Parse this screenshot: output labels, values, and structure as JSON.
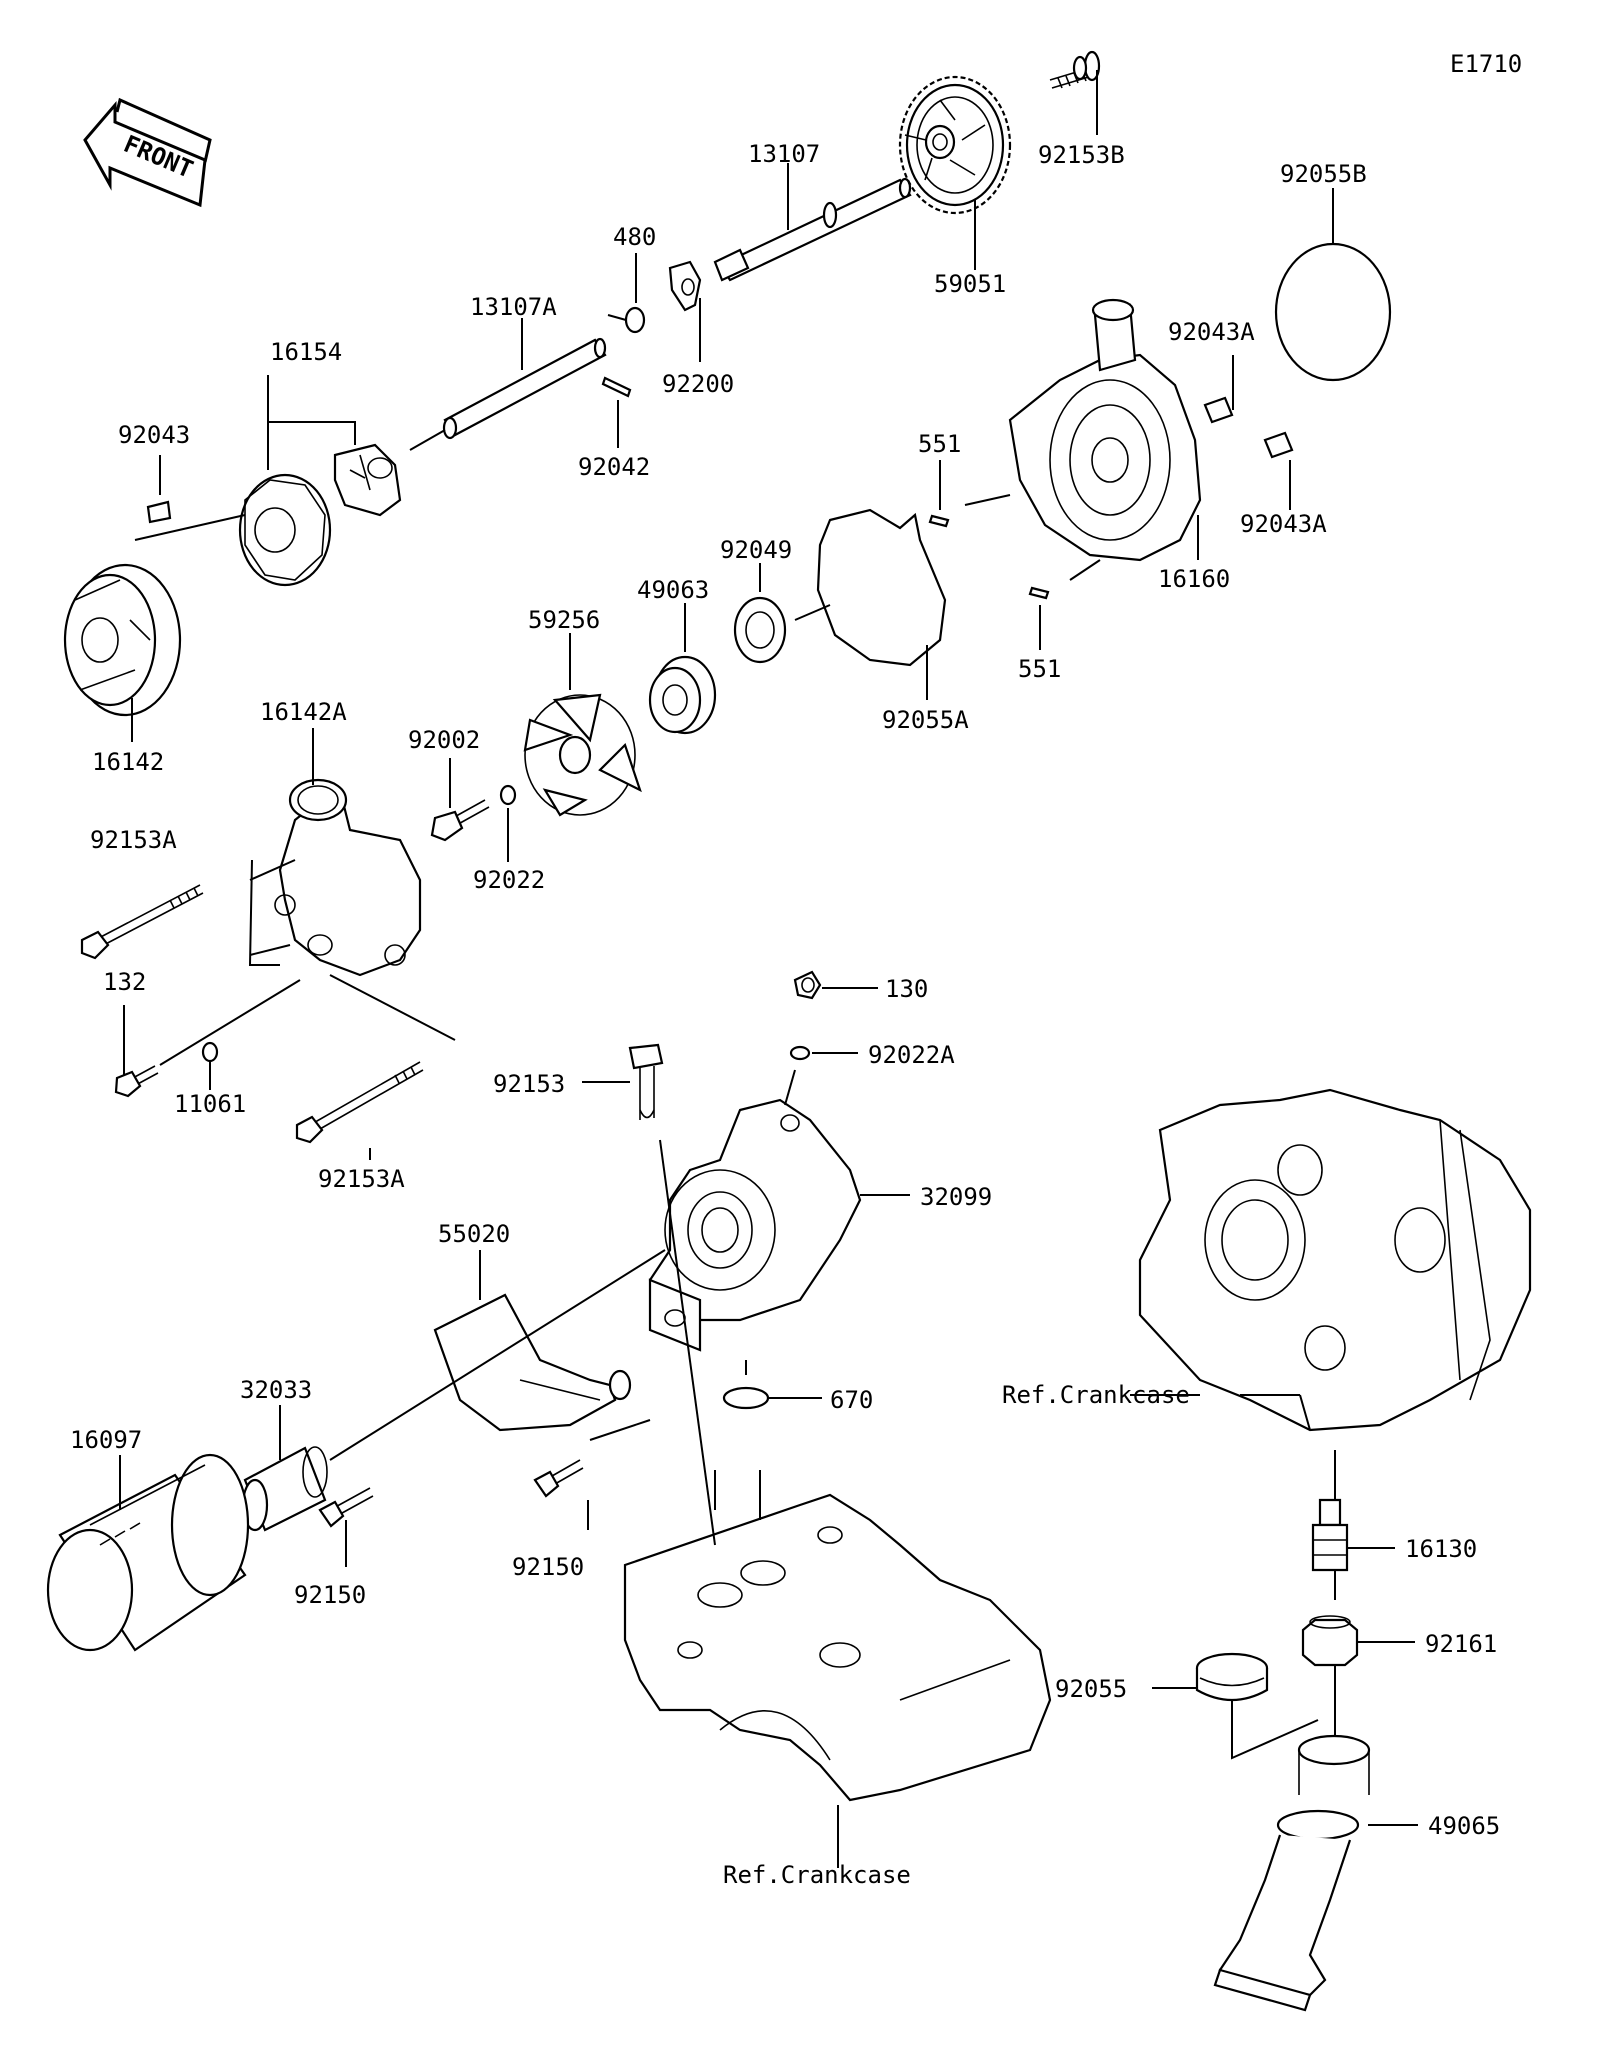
{
  "diagram": {
    "code": "E1710",
    "front_label": "FRONT",
    "labels": [
      {
        "id": "p92153B",
        "text": "92153B"
      },
      {
        "id": "p13107",
        "text": "13107"
      },
      {
        "id": "p480",
        "text": "480"
      },
      {
        "id": "p92055B",
        "text": "92055B"
      },
      {
        "id": "p13107A",
        "text": "13107A"
      },
      {
        "id": "p59051",
        "text": "59051"
      },
      {
        "id": "p16154",
        "text": "16154"
      },
      {
        "id": "p92200",
        "text": "92200"
      },
      {
        "id": "p92043A_1",
        "text": "92043A"
      },
      {
        "id": "p92043",
        "text": "92043"
      },
      {
        "id": "p92042",
        "text": "92042"
      },
      {
        "id": "p551_1",
        "text": "551"
      },
      {
        "id": "p92043A_2",
        "text": "92043A"
      },
      {
        "id": "p92049",
        "text": "92049"
      },
      {
        "id": "p16160",
        "text": "16160"
      },
      {
        "id": "p49063",
        "text": "49063"
      },
      {
        "id": "p59256",
        "text": "59256"
      },
      {
        "id": "p551_2",
        "text": "551"
      },
      {
        "id": "p92055A",
        "text": "92055A"
      },
      {
        "id": "p16142",
        "text": "16142"
      },
      {
        "id": "p16142A",
        "text": "16142A"
      },
      {
        "id": "p92002",
        "text": "92002"
      },
      {
        "id": "p92153A_1",
        "text": "92153A"
      },
      {
        "id": "p92022",
        "text": "92022"
      },
      {
        "id": "p132",
        "text": "132"
      },
      {
        "id": "p130",
        "text": "130"
      },
      {
        "id": "p92022A",
        "text": "92022A"
      },
      {
        "id": "p11061",
        "text": "11061"
      },
      {
        "id": "p92153",
        "text": "92153"
      },
      {
        "id": "p92153A_2",
        "text": "92153A"
      },
      {
        "id": "p32099",
        "text": "32099"
      },
      {
        "id": "p55020",
        "text": "55020"
      },
      {
        "id": "p670",
        "text": "670"
      },
      {
        "id": "p32033",
        "text": "32033"
      },
      {
        "id": "p16097",
        "text": "16097"
      },
      {
        "id": "p92150_1",
        "text": "92150"
      },
      {
        "id": "p92150_2",
        "text": "92150"
      },
      {
        "id": "p16130",
        "text": "16130"
      },
      {
        "id": "p92161",
        "text": "92161"
      },
      {
        "id": "p92055",
        "text": "92055"
      },
      {
        "id": "p49065",
        "text": "49065"
      }
    ],
    "refs": [
      {
        "id": "ref1",
        "text": "Ref.Crankcase"
      },
      {
        "id": "ref2",
        "text": "Ref.Crankcase"
      }
    ]
  }
}
